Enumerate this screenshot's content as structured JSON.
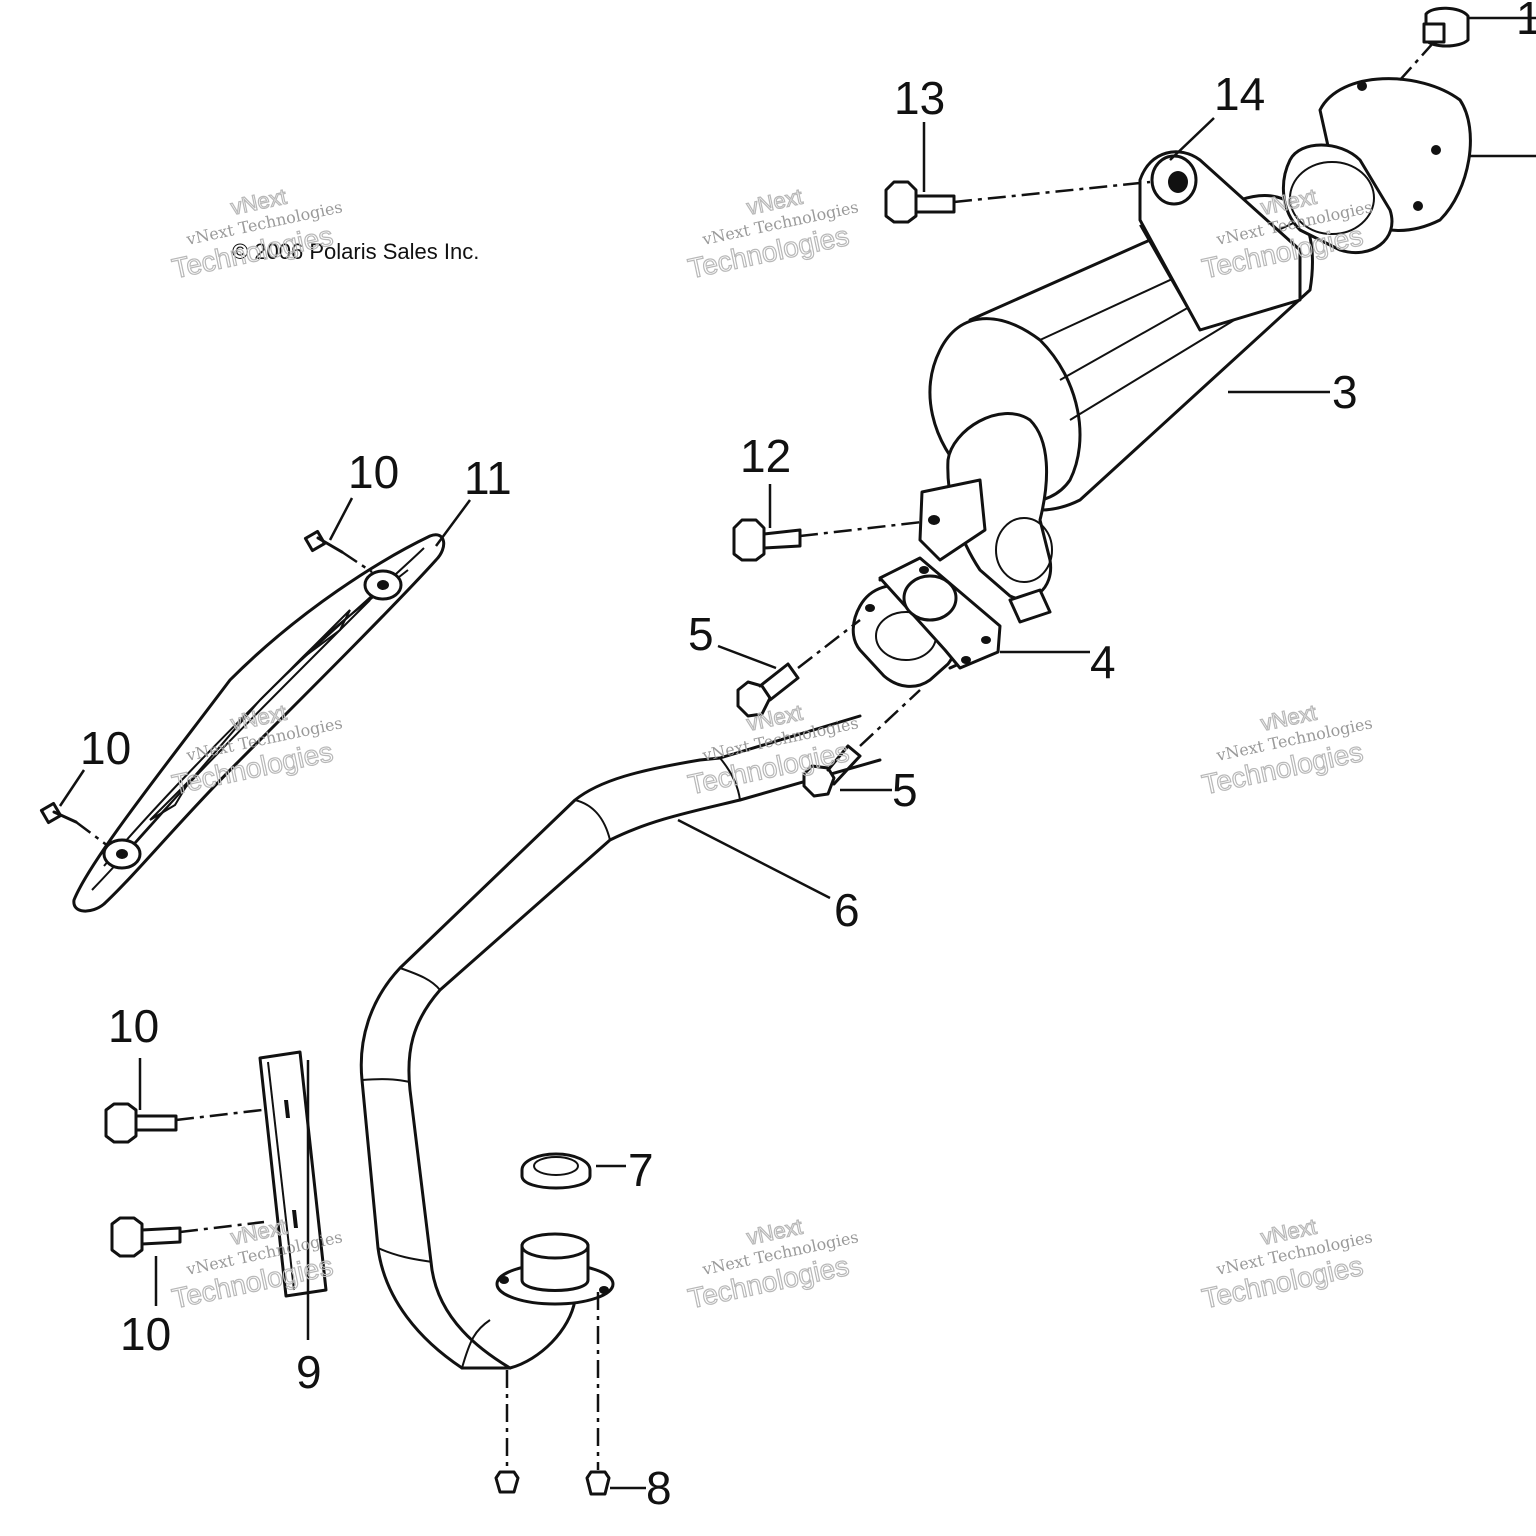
{
  "copyright": "© 2006 Polaris Sales Inc.",
  "watermark": {
    "top_word": "vNext",
    "line_a": "vNext Technologies",
    "line_b": "Technologies"
  },
  "callouts": {
    "c1": "1",
    "c3": "3",
    "c4": "4",
    "c5a": "5",
    "c5b": "5",
    "c6": "6",
    "c7": "7",
    "c8": "8",
    "c9": "9",
    "c10a": "10",
    "c10b": "10",
    "c10c": "10",
    "c10d": "10",
    "c11": "11",
    "c12": "12",
    "c13": "13",
    "c14": "14"
  }
}
